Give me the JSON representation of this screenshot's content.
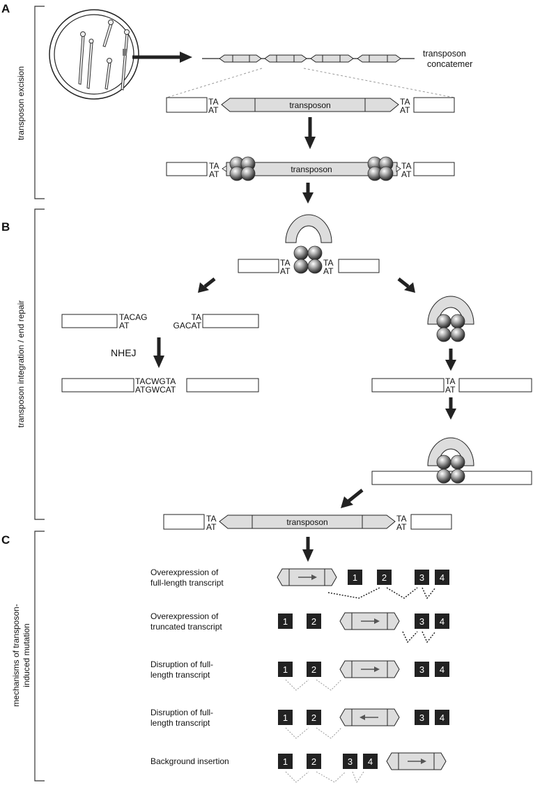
{
  "panels": {
    "A": {
      "letter": "A",
      "label": "transposon excision"
    },
    "B": {
      "letter": "B",
      "label": "transposon integration / end repair"
    },
    "C": {
      "letter": "C",
      "label_line1": "mechanisms of transposon-",
      "label_line2": "induced mutation"
    }
  },
  "concatemer": {
    "label_line1": "transposon",
    "label_line2": "concatemer"
  },
  "transposon_label": "transposon",
  "ta": "TA",
  "at": "AT",
  "nhej": {
    "label": "NHEJ",
    "left_top": "TACAG",
    "left_bottom": "AT",
    "right_top": "TA",
    "right_bottom": "GACAT",
    "joined_top": "TACWGTA",
    "joined_bottom": "ATGWCAT"
  },
  "colors": {
    "black": "#222222",
    "fill_gray": "#d9d9d9",
    "bead": "#8c8c8c",
    "exon": "#222222"
  },
  "mechanisms": [
    {
      "line1": "Overexpression of",
      "line2": "full-length transcript",
      "arrow": "right",
      "exons": [
        "1",
        "2",
        "3",
        "4"
      ]
    },
    {
      "line1": "Overexpression of",
      "line2": "truncated transcript",
      "arrow": "right",
      "exons": [
        "1",
        "2",
        "3",
        "4"
      ]
    },
    {
      "line1": "Disruption of full-",
      "line2": "length transcript",
      "arrow": "right",
      "exons": [
        "1",
        "2",
        "3",
        "4"
      ]
    },
    {
      "line1": "Disruption of full-",
      "line2": "length transcript",
      "arrow": "left",
      "exons": [
        "1",
        "2",
        "3",
        "4"
      ]
    },
    {
      "line1": "Background insertion",
      "line2": "",
      "arrow": "right",
      "exons": [
        "1",
        "2",
        "3",
        "4"
      ]
    }
  ]
}
